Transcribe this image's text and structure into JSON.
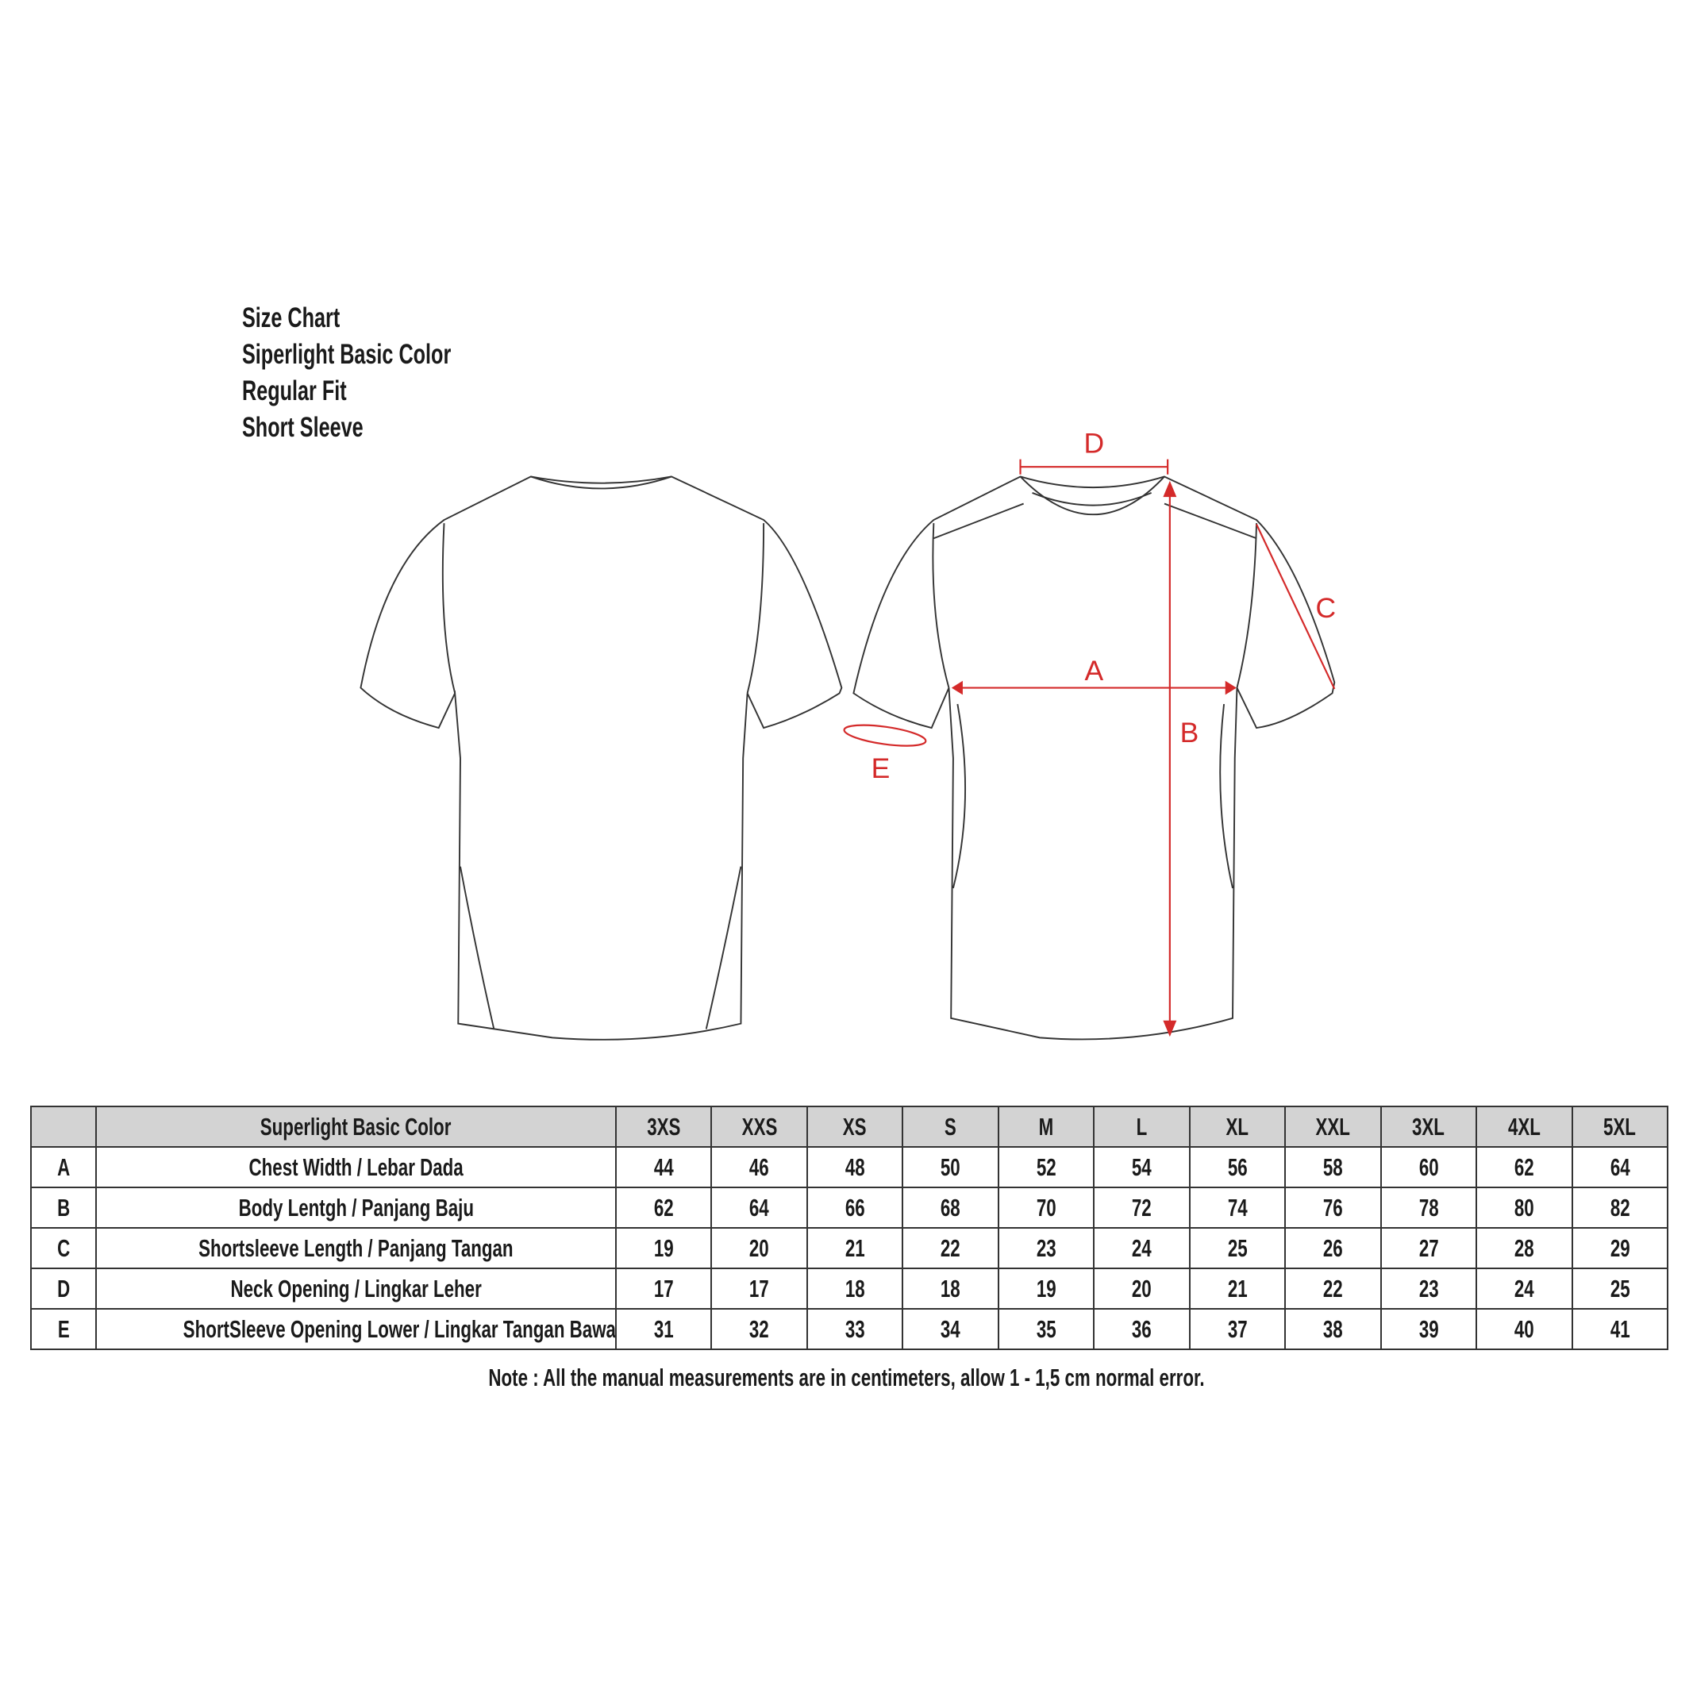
{
  "titles": [
    "Size Chart",
    "Siperlight Basic Color",
    "Regular Fit",
    "Short Sleeve"
  ],
  "diagram": {
    "labels": {
      "A": "A",
      "B": "B",
      "C": "C",
      "D": "D",
      "E": "E"
    },
    "accent": "#d42a2a",
    "outline": "#333333"
  },
  "table": {
    "header": "Superlight Basic Color",
    "sizes": [
      "3XS",
      "XXS",
      "XS",
      "S",
      "M",
      "L",
      "XL",
      "XXL",
      "3XL",
      "4XL",
      "5XL"
    ],
    "rows": [
      {
        "code": "A",
        "label": "Chest Width / Lebar Dada",
        "values": [
          "44",
          "46",
          "48",
          "50",
          "52",
          "54",
          "56",
          "58",
          "60",
          "62",
          "64"
        ]
      },
      {
        "code": "B",
        "label": "Body Lentgh / Panjang Baju",
        "values": [
          "62",
          "64",
          "66",
          "68",
          "70",
          "72",
          "74",
          "76",
          "78",
          "80",
          "82"
        ]
      },
      {
        "code": "C",
        "label": "Shortsleeve Length / Panjang Tangan",
        "values": [
          "19",
          "20",
          "21",
          "22",
          "23",
          "24",
          "25",
          "26",
          "27",
          "28",
          "29"
        ]
      },
      {
        "code": "D",
        "label": "Neck Opening / Lingkar Leher",
        "values": [
          "17",
          "17",
          "18",
          "18",
          "19",
          "20",
          "21",
          "22",
          "23",
          "24",
          "25"
        ]
      },
      {
        "code": "E",
        "label": "ShortSleeve Opening Lower / Lingkar Tangan Bawah",
        "values": [
          "31",
          "32",
          "33",
          "34",
          "35",
          "36",
          "37",
          "38",
          "39",
          "40",
          "41"
        ]
      }
    ],
    "header_bg": "#d3d3d3"
  },
  "note": "Note : All the manual measurements are in centimeters, allow 1 - 1,5 cm normal error."
}
